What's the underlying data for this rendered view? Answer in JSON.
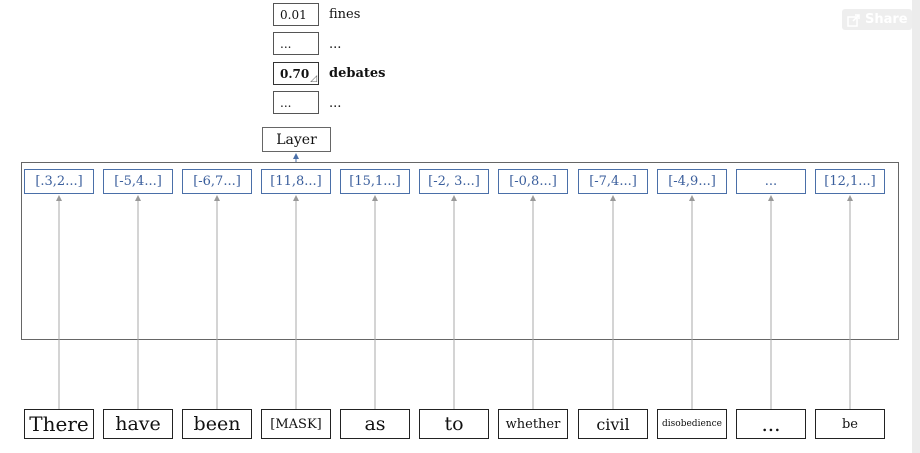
{
  "share": {
    "label": "Share",
    "icon": "share-icon"
  },
  "predictions": [
    {
      "score": "0.01",
      "word": "fines",
      "bold": false
    },
    {
      "score": "...",
      "word": "...",
      "bold": false
    },
    {
      "score": "0.70",
      "word": "debates",
      "bold": true
    },
    {
      "score": "...",
      "word": "...",
      "bold": false
    }
  ],
  "layer": {
    "label": "Layer"
  },
  "embeddings": [
    "[.3,2...]",
    "[-5,4...]",
    "[-6,7...]",
    "[11,8...]",
    "[15,1...]",
    "[-2, 3...]",
    "[-0,8...]",
    "[-7,4...]",
    "[-4,9...]",
    "...",
    "[12,1...]"
  ],
  "tokens": [
    "There",
    "have",
    "been",
    "[MASK]",
    "as",
    "to",
    "whether",
    "civil",
    "disobedience",
    "...",
    "be"
  ],
  "colors": {
    "embedding_text": "#3a5e9c",
    "embedding_border": "#4a6fa8",
    "arrow": "#999999",
    "layer_arrow": "#4a6fa8"
  }
}
